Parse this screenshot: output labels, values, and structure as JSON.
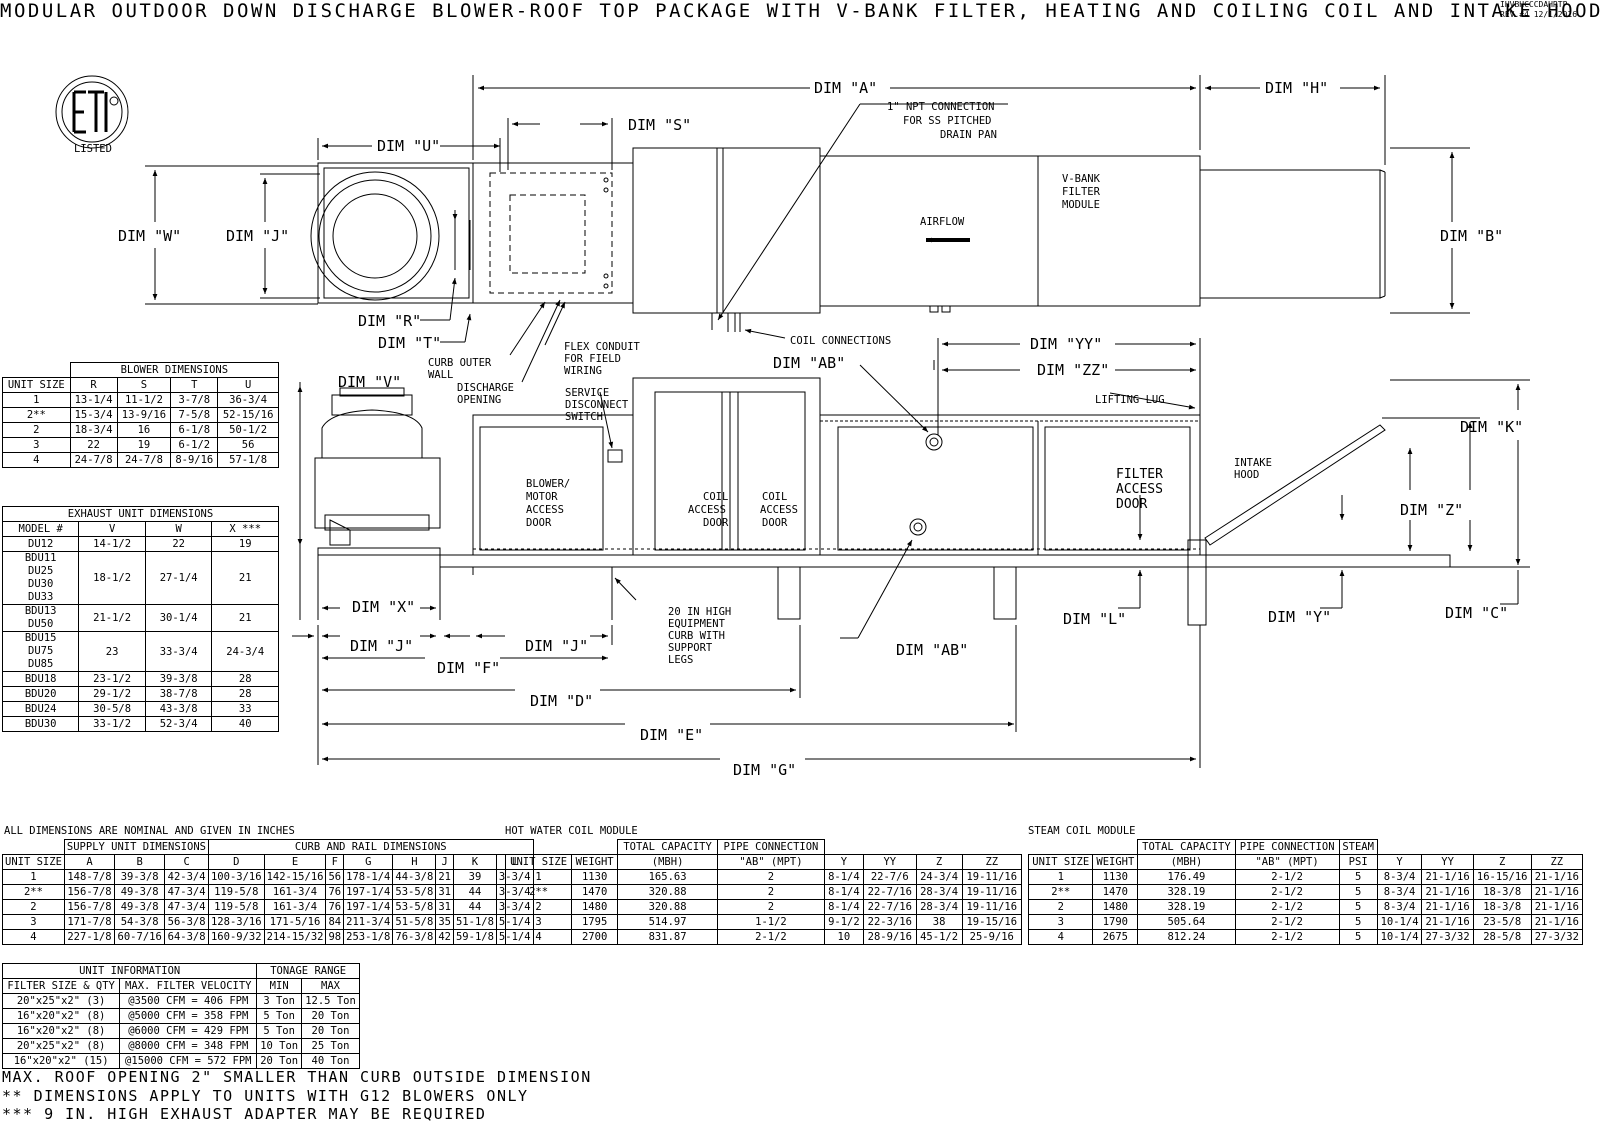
{
  "title": "MODULAR OUTDOOR DOWN DISCHARGE BLOWER-ROOF TOP PACKAGE WITH V-BANK FILTER, HEATING AND COILING COIL AND INTAKE HOOD",
  "drawing_id": "IHVBHCCCDAHRTP",
  "revision": "REV.#4   12/1/2016",
  "logo_text": "LISTED",
  "labels": {
    "dim_a": "DIM \"A\"",
    "dim_h": "DIM \"H\"",
    "dim_s": "DIM \"S\"",
    "dim_u": "DIM \"U\"",
    "dim_w": "DIM \"W\"",
    "dim_j": "DIM \"J\"",
    "dim_b": "DIM \"B\"",
    "dim_r": "DIM \"R\"",
    "dim_t": "DIM \"T\"",
    "dim_yy": "DIM \"YY\"",
    "dim_zz": "DIM \"ZZ\"",
    "dim_ab": "DIM \"AB\"",
    "dim_v": "DIM \"V\"",
    "dim_k": "DIM \"K\"",
    "dim_z": "DIM \"Z\"",
    "dim_x": "DIM \"X\"",
    "dim_l": "DIM \"L\"",
    "dim_y": "DIM \"Y\"",
    "dim_c": "DIM \"C\"",
    "dim_f": "DIM \"F\"",
    "dim_d": "DIM \"D\"",
    "dim_e": "DIM \"E\"",
    "dim_g": "DIM \"G\"",
    "npt1": "1\" NPT CONNECTION",
    "npt2": "FOR SS PITCHED",
    "npt3": "DRAIN PAN",
    "vbank1": "V-BANK",
    "vbank2": "FILTER",
    "vbank3": "MODULE",
    "airflow": "AIRFLOW",
    "coil_connections": "COIL CONNECTIONS",
    "curb1": "CURB OUTER",
    "curb2": "WALL",
    "flex1": "FLEX CONDUIT",
    "flex2": "FOR FIELD",
    "flex3": "WIRING",
    "disch1": "DISCHARGE",
    "disch2": "OPENING",
    "svc1": "SERVICE",
    "svc2": "DISCONNECT",
    "svc3": "SWITCH",
    "lifting_lug": "LIFTING LUG",
    "blower1": "BLOWER/",
    "blower2": "MOTOR",
    "blower3": "ACCESS",
    "blower4": "DOOR",
    "coil1": "COIL",
    "coil2": "ACCESS",
    "coil3": "DOOR",
    "filter1": "FILTER",
    "filter2": "ACCESS",
    "filter3": "DOOR",
    "intake1": "INTAKE",
    "intake2": "HOOD",
    "curb20_1": "20 IN HIGH",
    "curb20_2": "EQUIPMENT",
    "curb20_3": "CURB WITH",
    "curb20_4": "SUPPORT",
    "curb20_5": "LEGS"
  },
  "blower_table": {
    "title": "BLOWER DIMENSIONS",
    "headers": [
      "UNIT SIZE",
      "R",
      "S",
      "T",
      "U"
    ],
    "rows": [
      [
        "1",
        "13-1/4",
        "11-1/2",
        "3-7/8",
        "36-3/4"
      ],
      [
        "2**",
        "15-3/4",
        "13-9/16",
        "7-5/8",
        "52-15/16"
      ],
      [
        "2",
        "18-3/4",
        "16",
        "6-1/8",
        "50-1/2"
      ],
      [
        "3",
        "22",
        "19",
        "6-1/2",
        "56"
      ],
      [
        "4",
        "24-7/8",
        "24-7/8",
        "8-9/16",
        "57-1/8"
      ]
    ]
  },
  "exhaust_table": {
    "title": "EXHAUST UNIT DIMENSIONS",
    "headers": [
      "MODEL #",
      "V",
      "W",
      "X ***"
    ],
    "rows": [
      {
        "models": [
          "DU12"
        ],
        "v": "14-1/2",
        "w": "22",
        "x": "19"
      },
      {
        "models": [
          "BDU11",
          "DU25",
          "DU30",
          "DU33"
        ],
        "v": "18-1/2",
        "w": "27-1/4",
        "x": "21"
      },
      {
        "models": [
          "BDU13",
          "DU50"
        ],
        "v": "21-1/2",
        "w": "30-1/4",
        "x": "21"
      },
      {
        "models": [
          "BDU15",
          "DU75",
          "DU85"
        ],
        "v": "23",
        "w": "33-3/4",
        "x": "24-3/4"
      },
      {
        "models": [
          "BDU18"
        ],
        "v": "23-1/2",
        "w": "39-3/8",
        "x": "28"
      },
      {
        "models": [
          "BDU20"
        ],
        "v": "29-1/2",
        "w": "38-7/8",
        "x": "28"
      },
      {
        "models": [
          "BDU24"
        ],
        "v": "30-5/8",
        "w": "43-3/8",
        "x": "33"
      },
      {
        "models": [
          "BDU30"
        ],
        "v": "33-1/2",
        "w": "52-3/4",
        "x": "40"
      }
    ]
  },
  "supply_table": {
    "caption": "ALL DIMENSIONS ARE NOMINAL AND GIVEN IN INCHES",
    "group1": "SUPPLY UNIT DIMENSIONS",
    "group2": "CURB AND RAIL DIMENSIONS",
    "headers": [
      "UNIT SIZE",
      "A",
      "B",
      "C",
      "D",
      "E",
      "F",
      "G",
      "H",
      "J",
      "K",
      "L"
    ],
    "rows": [
      [
        "1",
        "148-7/8",
        "39-3/8",
        "42-3/4",
        "100-3/16",
        "142-15/16",
        "56",
        "178-1/4",
        "44-3/8",
        "21",
        "39",
        "3-3/4"
      ],
      [
        "2**",
        "156-7/8",
        "49-3/8",
        "47-3/4",
        "119-5/8",
        "161-3/4",
        "76",
        "197-1/4",
        "53-5/8",
        "31",
        "44",
        "3-3/4"
      ],
      [
        "2",
        "156-7/8",
        "49-3/8",
        "47-3/4",
        "119-5/8",
        "161-3/4",
        "76",
        "197-1/4",
        "53-5/8",
        "31",
        "44",
        "3-3/4"
      ],
      [
        "3",
        "171-7/8",
        "54-3/8",
        "56-3/8",
        "128-3/16",
        "171-5/16",
        "84",
        "211-3/4",
        "51-5/8",
        "35",
        "51-1/8",
        "5-1/4"
      ],
      [
        "4",
        "227-1/8",
        "60-7/16",
        "64-3/8",
        "160-9/32",
        "214-15/32",
        "98",
        "253-1/8",
        "76-3/8",
        "42",
        "59-1/8",
        "5-1/4"
      ]
    ]
  },
  "hot_water_table": {
    "caption": "HOT WATER COIL MODULE",
    "group1": "TOTAL CAPACITY",
    "group2": "PIPE CONNECTION",
    "headers": [
      "UNIT SIZE",
      "WEIGHT",
      "(MBH)",
      "\"AB\" (MPT)",
      "Y",
      "YY",
      "Z",
      "ZZ"
    ],
    "rows": [
      [
        "1",
        "1130",
        "165.63",
        "2",
        "8-1/4",
        "22-7/6",
        "24-3/4",
        "19-11/16"
      ],
      [
        "2**",
        "1470",
        "320.88",
        "2",
        "8-1/4",
        "22-7/16",
        "28-3/4",
        "19-11/16"
      ],
      [
        "2",
        "1480",
        "320.88",
        "2",
        "8-1/4",
        "22-7/16",
        "28-3/4",
        "19-11/16"
      ],
      [
        "3",
        "1795",
        "514.97",
        "1-1/2",
        "9-1/2",
        "22-3/16",
        "38",
        "19-15/16"
      ],
      [
        "4",
        "2700",
        "831.87",
        "2-1/2",
        "10",
        "28-9/16",
        "45-1/2",
        "25-9/16"
      ]
    ]
  },
  "steam_table": {
    "caption": "STEAM COIL MODULE",
    "group1": "TOTAL CAPACITY",
    "group2": "PIPE CONNECTION",
    "group3": "STEAM",
    "headers": [
      "UNIT SIZE",
      "WEIGHT",
      "(MBH)",
      "\"AB\" (MPT)",
      "PSI",
      "Y",
      "YY",
      "Z",
      "ZZ"
    ],
    "rows": [
      [
        "1",
        "1130",
        "176.49",
        "2-1/2",
        "5",
        "8-3/4",
        "21-1/16",
        "16-15/16",
        "21-1/16"
      ],
      [
        "2**",
        "1470",
        "328.19",
        "2-1/2",
        "5",
        "8-3/4",
        "21-1/16",
        "18-3/8",
        "21-1/16"
      ],
      [
        "2",
        "1480",
        "328.19",
        "2-1/2",
        "5",
        "8-3/4",
        "21-1/16",
        "18-3/8",
        "21-1/16"
      ],
      [
        "3",
        "1790",
        "505.64",
        "2-1/2",
        "5",
        "10-1/4",
        "21-1/16",
        "23-5/8",
        "21-1/16"
      ],
      [
        "4",
        "2675",
        "812.24",
        "2-1/2",
        "5",
        "10-1/4",
        "27-3/32",
        "28-5/8",
        "27-3/32"
      ]
    ]
  },
  "unit_info_table": {
    "group1": "UNIT INFORMATION",
    "group2": "TONAGE RANGE",
    "headers": [
      "FILTER SIZE & QTY",
      "MAX. FILTER VELOCITY",
      "MIN",
      "MAX"
    ],
    "rows": [
      [
        "20\"x25\"x2\" (3)",
        "@3500 CFM = 406 FPM",
        "3 Ton",
        "12.5 Ton"
      ],
      [
        "16\"x20\"x2\" (8)",
        "@5000 CFM = 358 FPM",
        "5 Ton",
        "20 Ton"
      ],
      [
        "16\"x20\"x2\" (8)",
        "@6000 CFM = 429 FPM",
        "5 Ton",
        "20 Ton"
      ],
      [
        "20\"x25\"x2\" (8)",
        "@8000 CFM = 348 FPM",
        "10 Ton",
        "25 Ton"
      ],
      [
        "16\"x20\"x2\" (15)",
        "@15000 CFM = 572 FPM",
        "20 Ton",
        "40 Ton"
      ]
    ]
  },
  "footnotes": [
    "MAX. ROOF OPENING 2\" SMALLER THAN CURB OUTSIDE DIMENSION",
    "** DIMENSIONS APPLY TO UNITS WITH G12 BLOWERS ONLY",
    "*** 9 IN. HIGH EXHAUST ADAPTER MAY BE REQUIRED"
  ]
}
